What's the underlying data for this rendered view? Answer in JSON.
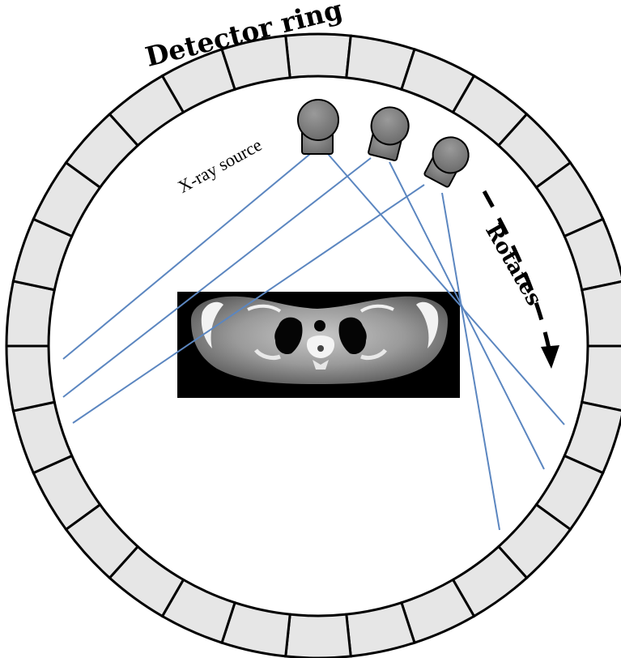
{
  "diagram": {
    "detector_ring_label": "Detector ring",
    "xray_source_label": "X-ray source",
    "rotates_label": "Rotates",
    "detector_segment_count": 30,
    "colors": {
      "ring_fill": "#e6e6e6",
      "ring_stroke": "#000000",
      "source_fill": "#7a7a7a",
      "beam": "#5b86c0",
      "scan_background": "#000000"
    }
  }
}
